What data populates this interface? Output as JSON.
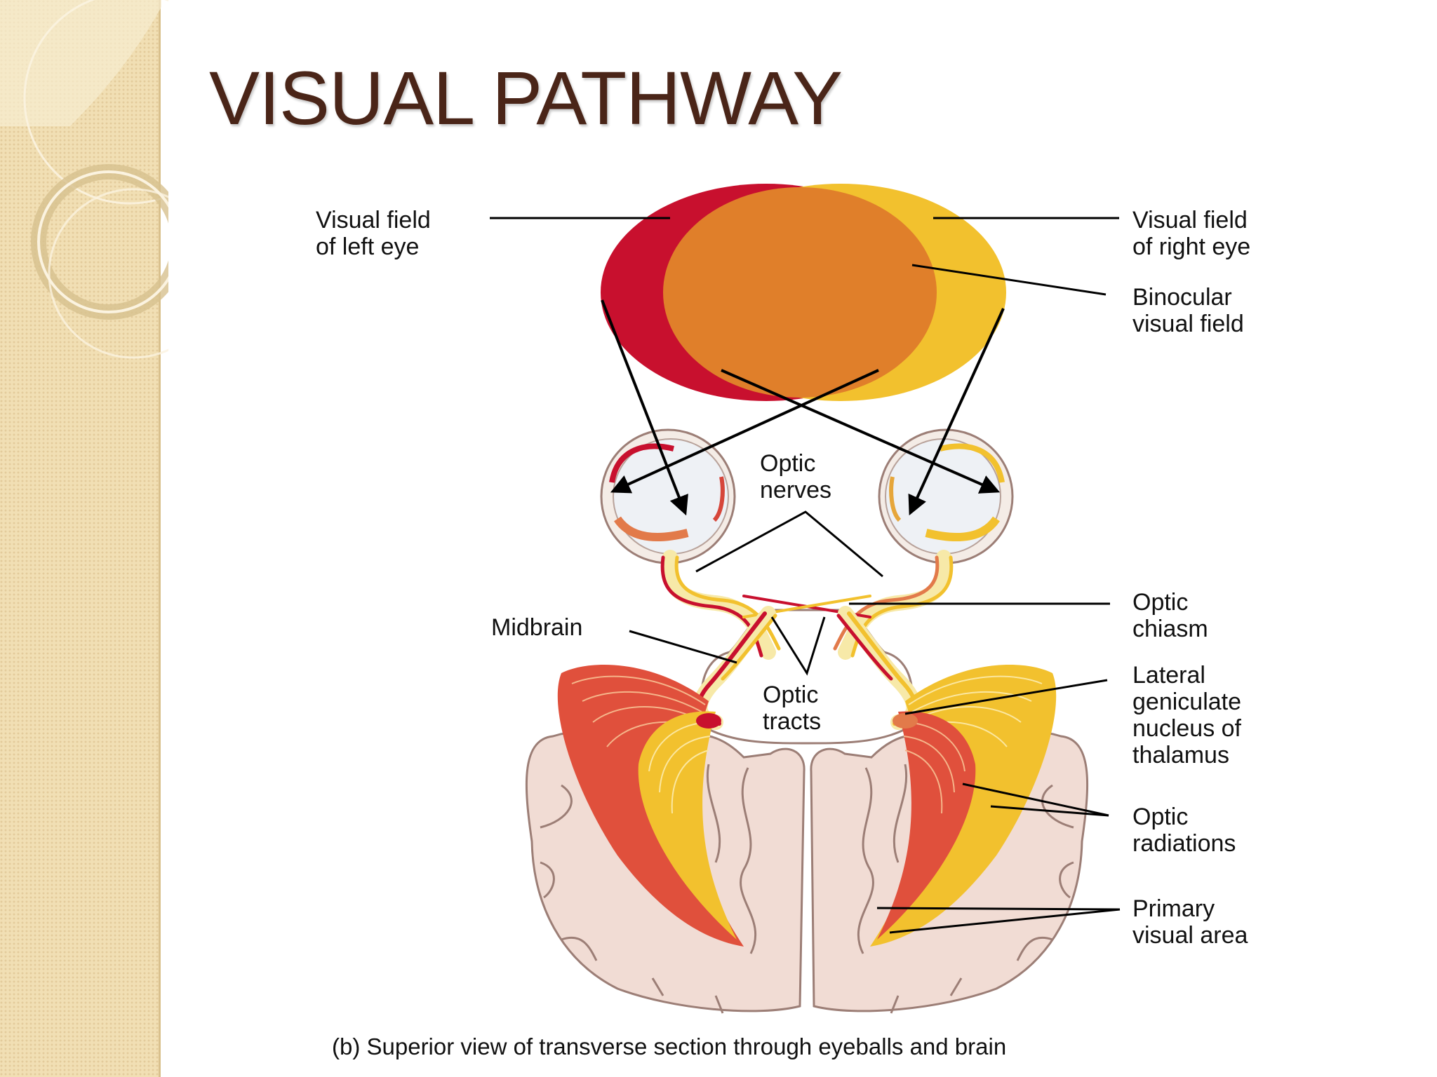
{
  "slide": {
    "title": "VISUAL PATHWAY"
  },
  "figure": {
    "labels": {
      "visual_field_left": [
        "Visual field",
        "of left eye"
      ],
      "visual_field_right": [
        "Visual field",
        "of right eye"
      ],
      "binocular": [
        "Binocular",
        "visual field"
      ],
      "optic_nerves": [
        "Optic",
        "nerves"
      ],
      "midbrain": "Midbrain",
      "optic_chiasm": [
        "Optic",
        "chiasm"
      ],
      "lateral_geniculate": [
        "Lateral",
        "geniculate",
        "nucleus of",
        "thalamus"
      ],
      "optic_tracts": [
        "Optic",
        "tracts"
      ],
      "optic_radiations": [
        "Optic",
        "radiations"
      ],
      "primary_visual_area": [
        "Primary",
        "visual area"
      ]
    },
    "caption": "(b) Superior view of transverse section through eyeballs and brain"
  },
  "colors": {
    "title": "#4a2518",
    "left_field": "#c8102e",
    "right_field": "#f2c12e",
    "binocular": "#e07f2a",
    "brain": "#f1dcd4",
    "brain_outline": "#9c7e76"
  }
}
